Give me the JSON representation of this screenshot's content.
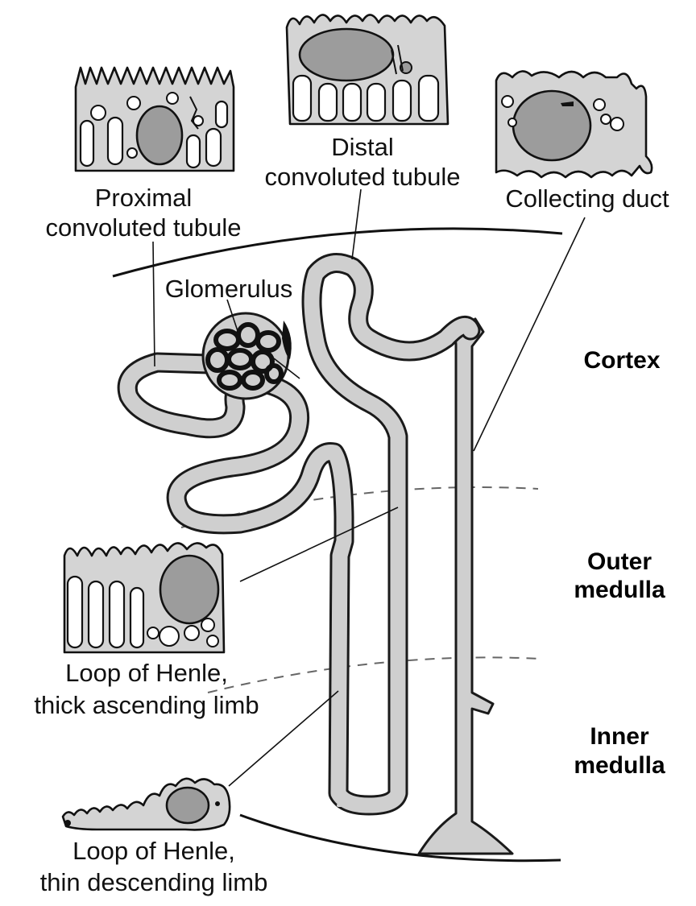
{
  "labels": {
    "pct_line1": "Proximal",
    "pct_line2": "convoluted tubule",
    "dct_line1": "Distal",
    "dct_line2": "convoluted tubule",
    "collecting_duct": "Collecting duct",
    "glomerulus": "Glomerulus",
    "thick_line1": "Loop of Henle,",
    "thick_line2": "thick ascending limb",
    "thin_line1": "Loop of Henle,",
    "thin_line2": "thin descending limb"
  },
  "regions": {
    "cortex": "Cortex",
    "outer_line1": "Outer",
    "outer_line2": "medulla",
    "inner_line1": "Inner",
    "inner_line2": "medulla"
  },
  "colors": {
    "tubule_fill": "#cfcfcf",
    "nucleus_fill": "#9c9c9c",
    "outline": "#111111"
  }
}
